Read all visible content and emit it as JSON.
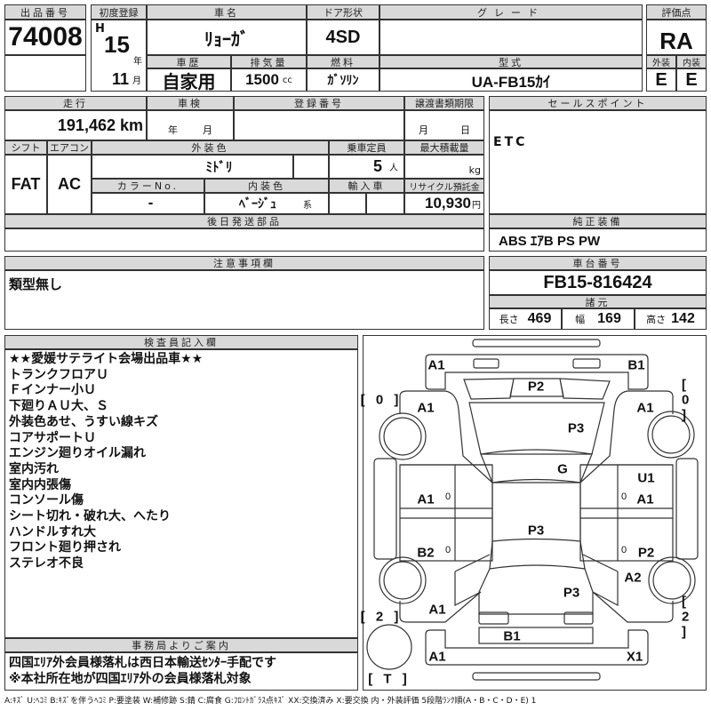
{
  "header": {
    "lot_label": "出品番号",
    "lot_no": "74008",
    "first_reg_label": "初度登録",
    "era": "H",
    "year": "15",
    "year_unit": "年",
    "month": "11",
    "month_unit": "月",
    "name_label": "車名",
    "car_name": "ﾘｮｰｶﾞ",
    "door_label": "ドア形状",
    "door": "4SD",
    "grade_label": "グレード",
    "grade": "",
    "history_label": "車歴",
    "history": "自家用",
    "displacement_label": "排気量",
    "displacement": "1500",
    "displacement_unit": "cc",
    "fuel_label": "燃料",
    "fuel": "ｶﾞｿﾘﾝ",
    "model_label": "型式",
    "model": "UA-FB15ｶｲ",
    "score_label": "評価点",
    "score": "RA",
    "exterior_label": "外装",
    "interior_label": "内装",
    "exterior": "E",
    "interior": "E"
  },
  "info": {
    "mileage_label": "走行",
    "mileage": "191,462",
    "mileage_unit": "km",
    "inspection_label": "車検",
    "year_unit": "年",
    "month_unit": "月",
    "reg_no_label": "登録番号",
    "transfer_label": "譲渡書類期限",
    "day_unit": "日",
    "shift_label": "シフト",
    "ac_label": "エアコン",
    "color_label": "外装色",
    "capacity_label": "乗車定員",
    "load_label": "最大積載量",
    "shift": "FAT",
    "ac": "AC",
    "color": "ﾐﾄﾞﾘ",
    "capacity": "5",
    "capacity_unit": "人",
    "load_unit": "kg",
    "color_no_label": "カラーNo.",
    "interior_color_label": "内装色",
    "import_label": "輸入車",
    "recycle_label": "リサイクル預託金",
    "color_no": "-",
    "interior_color": "ﾍﾞｰｼﾞｭ",
    "interior_color_suffix": "系",
    "recycle": "10,930",
    "recycle_unit": "円",
    "later_parts_label": "後日発送部品",
    "sales_label": "セールスポイント",
    "sales": "ETC",
    "equipment_label": "純正装備",
    "equipment": "ABS ｴｱB PS PW"
  },
  "notes": {
    "caution_label": "注意事項欄",
    "caution": "類型無し",
    "chassis_label": "車台番号",
    "chassis": "FB15-816424",
    "spec_label": "諸元",
    "length_label": "長さ",
    "length": "469",
    "width_label": "幅",
    "width": "169",
    "height_label": "高さ",
    "height": "142"
  },
  "inspector": {
    "label": "検査員記入欄",
    "lines": [
      "★★愛媛サテライト会場出品車★★",
      "トランクフロアＵ",
      "Ｆインナー小Ｕ",
      "下廻りＡＵ大、Ｓ",
      "外装色あせ、うすい線キズ",
      "コアサポートＵ",
      "エンジン廻りオイル漏れ",
      "室内汚れ",
      "室内内張傷",
      "コンソール傷",
      "シート切れ・破れ大、へたり",
      "ハンドルすれ大",
      "フロント廻り押され",
      "ステレオ不良"
    ]
  },
  "office": {
    "label": "事務局よりご案内",
    "lines": [
      "四国ｴﾘｱ外会員様落札は西日本輸送ｾﾝﾀｰ手配です",
      "※本社所在地が四国ｴﾘｱ外の会員様落札対象"
    ]
  },
  "diagram": {
    "marks": [
      "A1",
      "B1",
      "P2",
      "[ 0 ]",
      "[ 0 ]",
      "A1",
      "A1",
      "P3",
      "G",
      "U1",
      "A1",
      "0",
      "0",
      "A1",
      "P3",
      "B2",
      "0",
      "0",
      "P2",
      "A2",
      "P3",
      "A1",
      "[ 2 ]",
      "[ 2 ]",
      "B1",
      "A1",
      "X1",
      "[ T ]"
    ]
  },
  "legend": "A:ｷｽﾞ U:ﾍｺﾐ B:ｷｽﾞを伴うﾍｺﾐ P:要塗装 W:補修跡 S:錆 C:腐食 G:ﾌﾛﾝﾄｶﾞﾗｽ点ｷｽﾞ XX:交換済み X:要交換 内・外装評価 5段階ﾗﾝｸ順(A・B・C・D・E) 1"
}
